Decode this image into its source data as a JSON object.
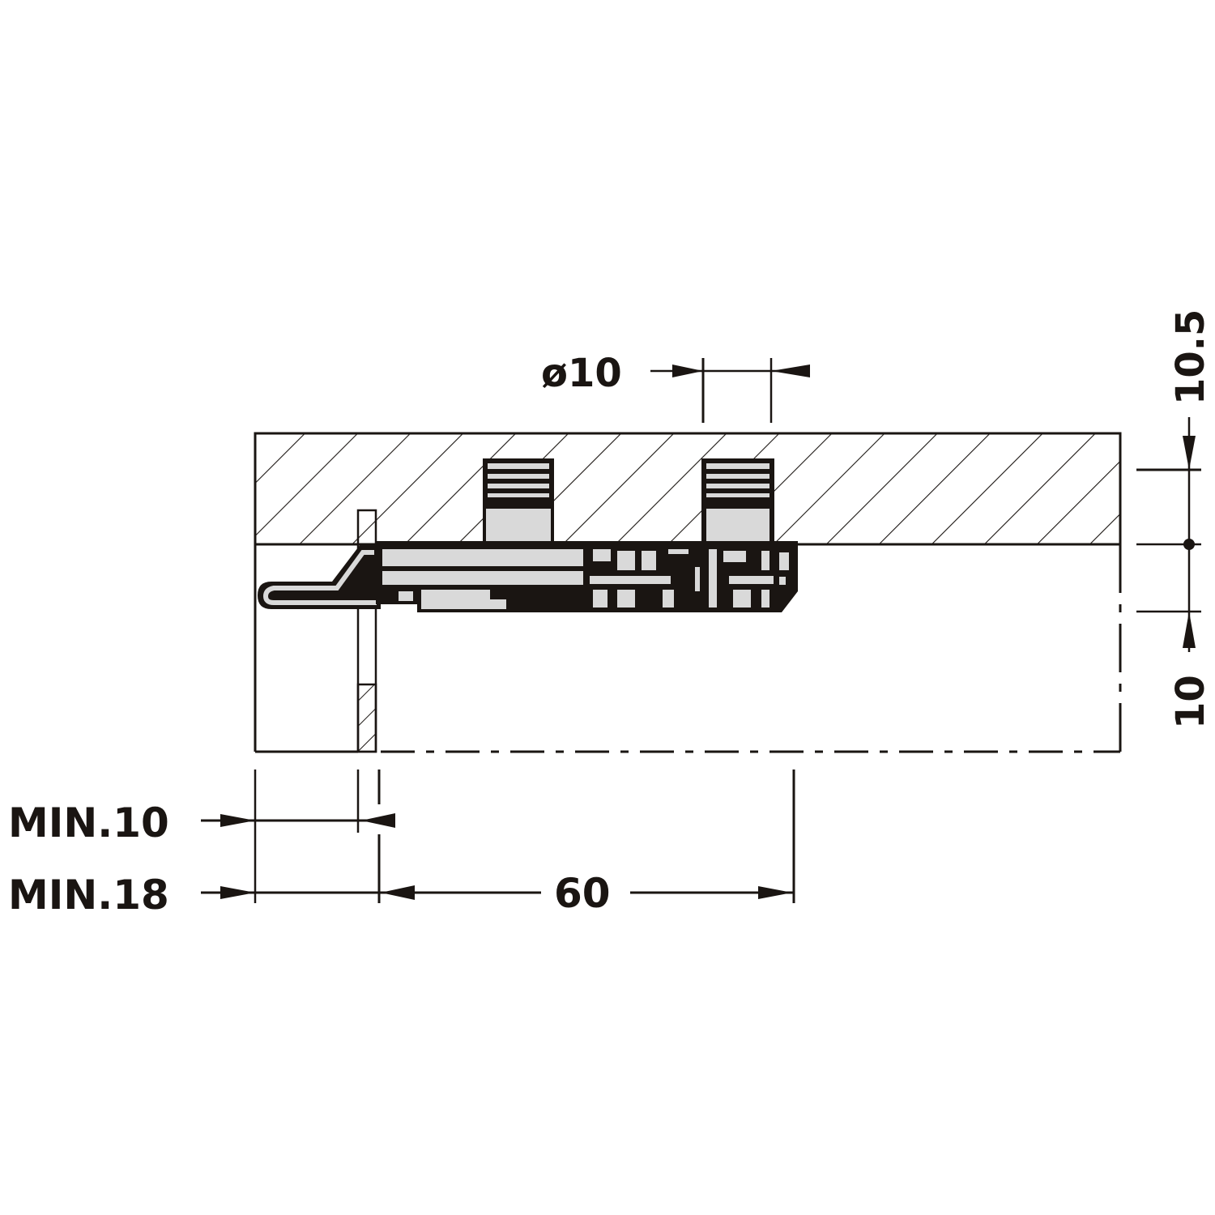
{
  "drawing": {
    "type": "technical-cross-section",
    "subject": "concealed connector / drawer runner fitting mounted under a panel",
    "colors": {
      "line": "#1a1512",
      "part_fill": "#d9d9d9",
      "background": "#ffffff"
    }
  },
  "dimensions": {
    "hole_diameter": {
      "label": "ø10",
      "value": 10,
      "unit": "mm"
    },
    "top_offset": {
      "label": "10.5",
      "value": 10.5,
      "unit": "mm"
    },
    "side_offset": {
      "label": "10",
      "value": 10,
      "unit": "mm"
    },
    "min_front_10": {
      "label": "MIN.10",
      "value": 10,
      "unit": "mm"
    },
    "min_front_18": {
      "label": "MIN.18",
      "value": 18,
      "unit": "mm"
    },
    "hole_spacing": {
      "label": "60",
      "value": 60,
      "unit": "mm"
    }
  }
}
